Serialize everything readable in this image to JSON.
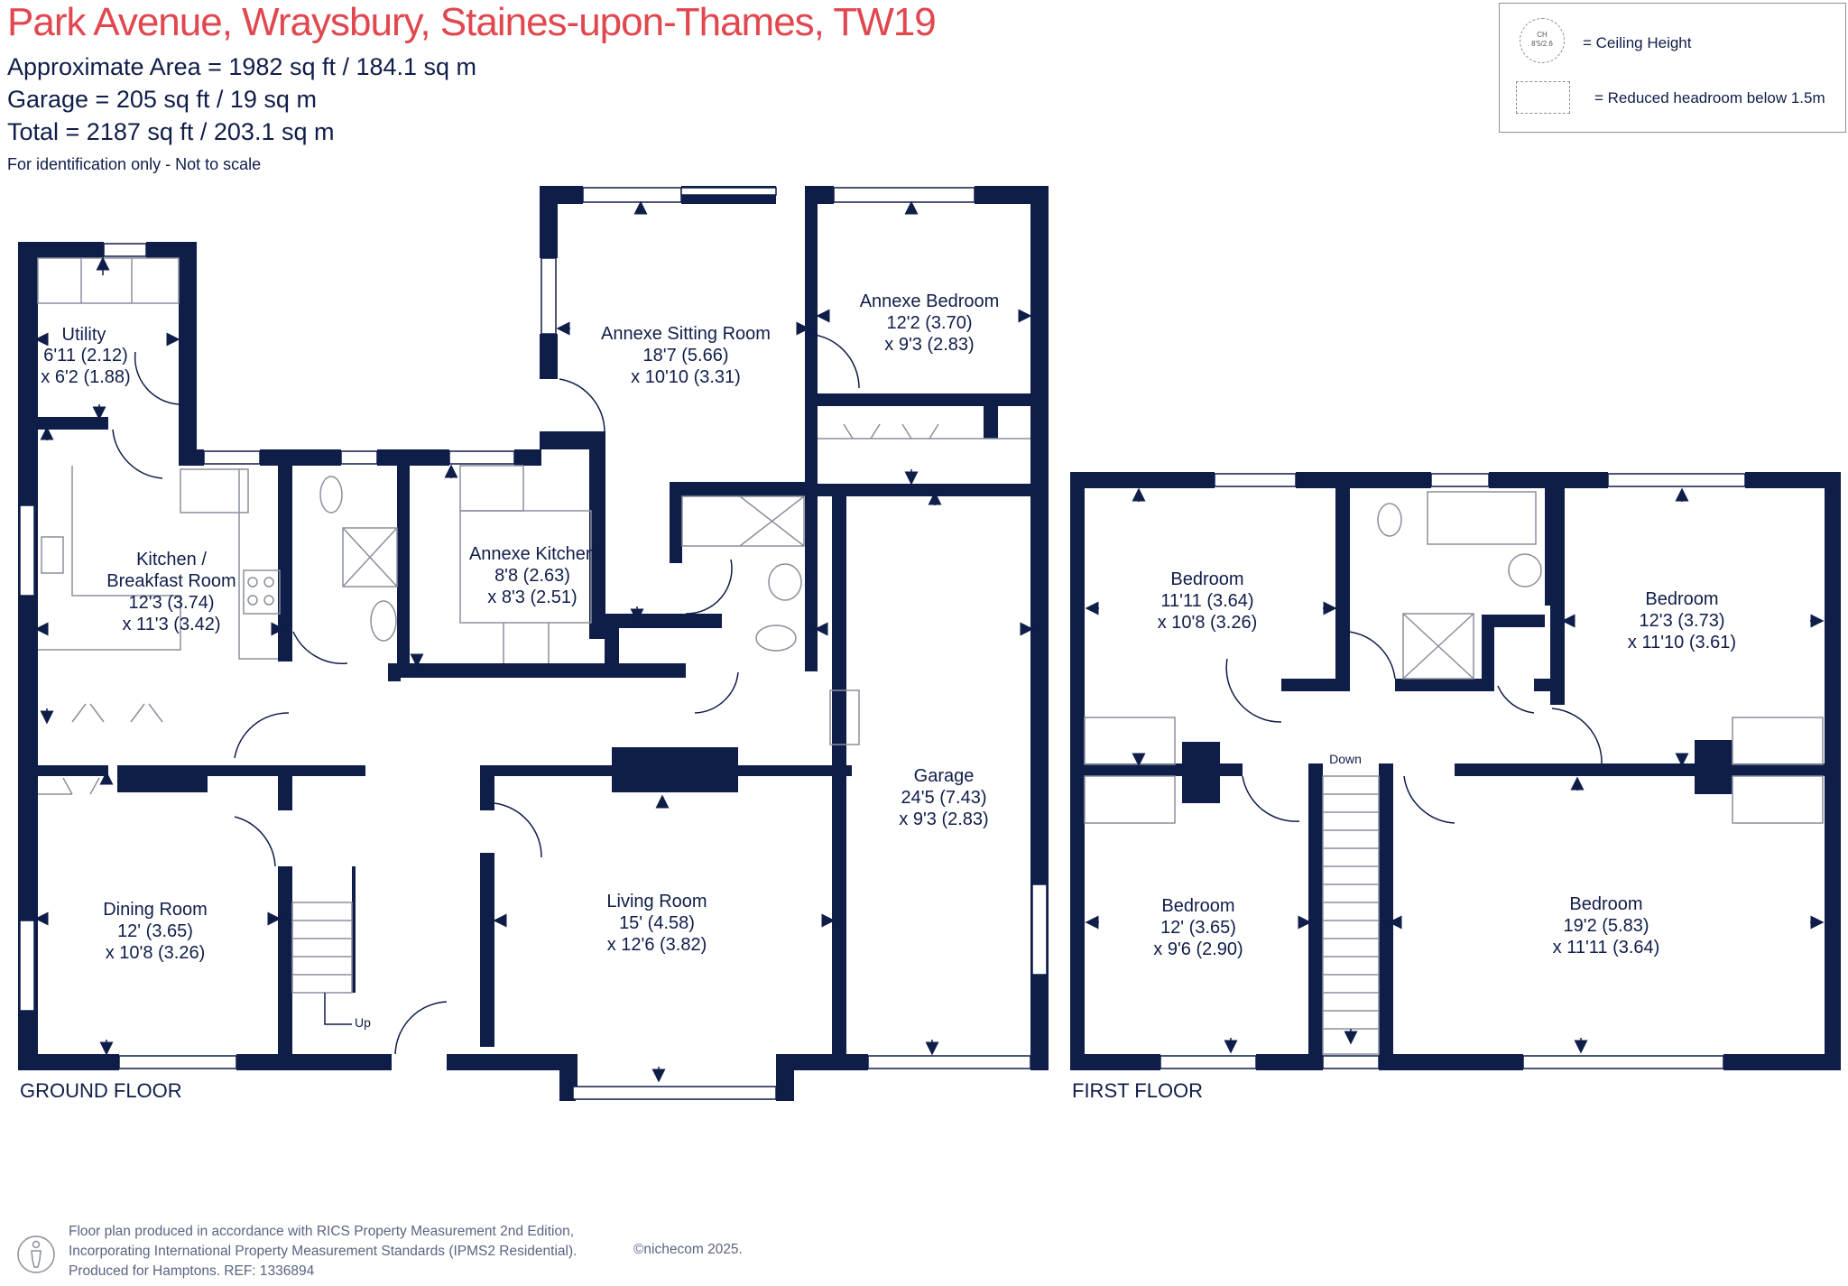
{
  "header": {
    "title": "Park Avenue, Wraysbury, Staines-upon-Thames, TW19",
    "area_lines": [
      "Approximate Area = 1982 sq ft / 184.1 sq m",
      "Garage = 205 sq ft / 19 sq m",
      "Total = 2187 sq ft / 203.1 sq m"
    ],
    "identification": "For identification only - Not to scale"
  },
  "legend": {
    "ceiling_symbol": "CH",
    "ceiling_symbol_value": "8'5/2.6",
    "ceiling_label": "= Ceiling Height",
    "reduced_label": "= Reduced headroom below 1.5m"
  },
  "ground_floor": {
    "label": "GROUND FLOOR",
    "stairs_label": "Up",
    "rooms": [
      {
        "name": "Utility",
        "dims": [
          "6'11 (2.12)",
          "x 6'2 (1.88)"
        ]
      },
      {
        "name": "Kitchen /",
        "dims": [
          "Breakfast Room",
          "12'3 (3.74)",
          "x 11'3 (3.42)"
        ]
      },
      {
        "name": "Annexe Sitting Room",
        "dims": [
          "18'7 (5.66)",
          "x 10'10 (3.31)"
        ]
      },
      {
        "name": "Annexe Bedroom",
        "dims": [
          "12'2 (3.70)",
          "x 9'3 (2.83)"
        ]
      },
      {
        "name": "Annexe Kitchen",
        "dims": [
          "8'8 (2.63)",
          "x 8'3 (2.51)"
        ]
      },
      {
        "name": "Garage",
        "dims": [
          "24'5 (7.43)",
          "x 9'3 (2.83)"
        ]
      },
      {
        "name": "Dining Room",
        "dims": [
          "12' (3.65)",
          "x 10'8 (3.26)"
        ]
      },
      {
        "name": "Living Room",
        "dims": [
          "15' (4.58)",
          "x 12'6 (3.82)"
        ]
      }
    ]
  },
  "first_floor": {
    "label": "FIRST FLOOR",
    "stairs_label": "Down",
    "rooms": [
      {
        "name": "Bedroom",
        "dims": [
          "11'11 (3.64)",
          "x 10'8 (3.26)"
        ]
      },
      {
        "name": "Bedroom",
        "dims": [
          "12'3 (3.73)",
          "x 11'10 (3.61)"
        ]
      },
      {
        "name": "Bedroom",
        "dims": [
          "12' (3.65)",
          "x 9'6 (2.90)"
        ]
      },
      {
        "name": "Bedroom",
        "dims": [
          "19'2 (5.83)",
          "x 11'11 (3.64)"
        ]
      }
    ]
  },
  "footer": {
    "lines": [
      "Floor plan produced in accordance with RICS Property Measurement 2nd Edition,",
      "Incorporating International Property Measurement Standards (IPMS2 Residential).",
      "Produced for Hamptons.   REF:  1336894"
    ],
    "copyright": "©nichecom 2025."
  },
  "colors": {
    "wall": "#0f1d49",
    "title": "#e1474f",
    "fixture": "#8a8f9c"
  }
}
